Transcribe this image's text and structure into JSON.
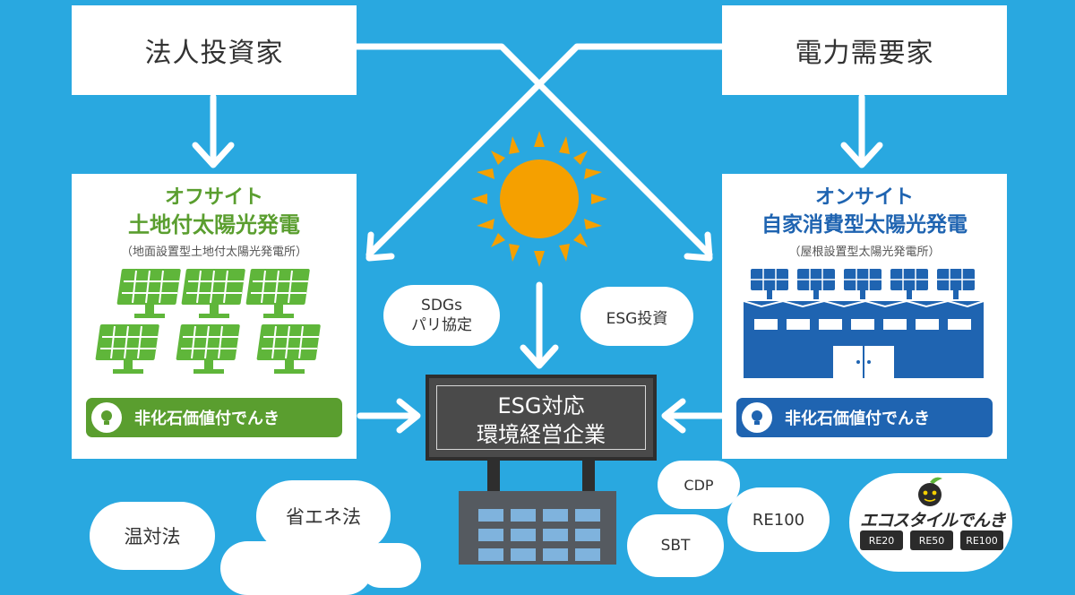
{
  "nodes": {
    "corporate_investor": "法人投資家",
    "power_consumer": "電力需要家",
    "esg_company_line1": "ESG対応",
    "esg_company_line2": "環境経営企業"
  },
  "offsite": {
    "title_line1": "オフサイト",
    "title_line2": "土地付太陽光発電",
    "subtitle": "（地面設置型土地付太陽光発電所）",
    "bar_label": "非化石価値付でんき"
  },
  "onsite": {
    "title_line1": "オンサイト",
    "title_line2": "自家消費型太陽光発電",
    "subtitle": "（屋根設置型太陽光発電所）",
    "bar_label": "非化石価値付でんき"
  },
  "clouds": {
    "sdgs_line1": "SDGs",
    "sdgs_line2": "パリ協定",
    "esg_investment": "ESG投資",
    "ontai_law": "温対法",
    "energy_saving_law": "省エネ法",
    "cdp": "CDP",
    "re100": "RE100",
    "sbt": "SBT"
  },
  "brand": {
    "name": "エコスタイルでんき",
    "badges": [
      "RE20",
      "RE50",
      "RE100"
    ]
  },
  "colors": {
    "background": "#29a8e0",
    "offsite_green": "#5a9e2f",
    "onsite_blue": "#1f64b1",
    "sun": "#f5a000",
    "solar_panel": "#5fb63a"
  },
  "icons": [
    "sun-icon",
    "solar-panel-icon",
    "lightbulb-icon",
    "factory-icon",
    "building-icon",
    "mascot-icon"
  ]
}
